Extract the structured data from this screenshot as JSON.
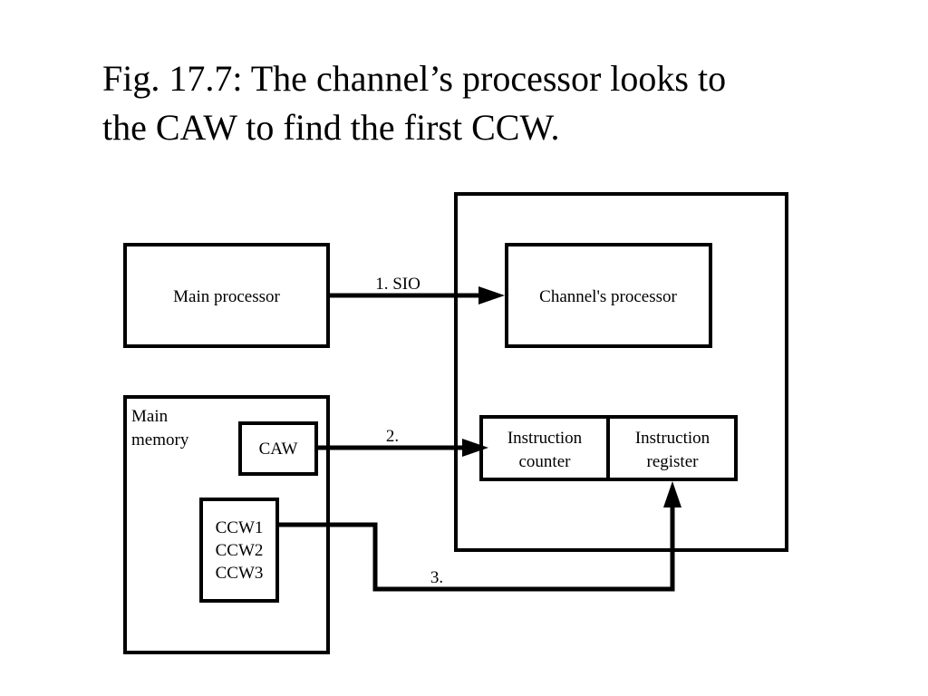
{
  "title": {
    "line1": "Fig. 17.7: The channel’s processor looks to",
    "line2": "the CAW to find the first CCW."
  },
  "diagram": {
    "main_processor": "Main processor",
    "channel_processor": "Channel's processor",
    "main_memory_line1": "Main",
    "main_memory_line2": "memory",
    "caw": "CAW",
    "ccw1": "CCW1",
    "ccw2": "CCW2",
    "ccw3": "CCW3",
    "instruction_counter_line1": "Instruction",
    "instruction_counter_line2": "counter",
    "instruction_register_line1": "Instruction",
    "instruction_register_line2": "register",
    "arrow1_label": "1. SIO",
    "arrow2_label": "2.",
    "arrow3_label": "3."
  }
}
